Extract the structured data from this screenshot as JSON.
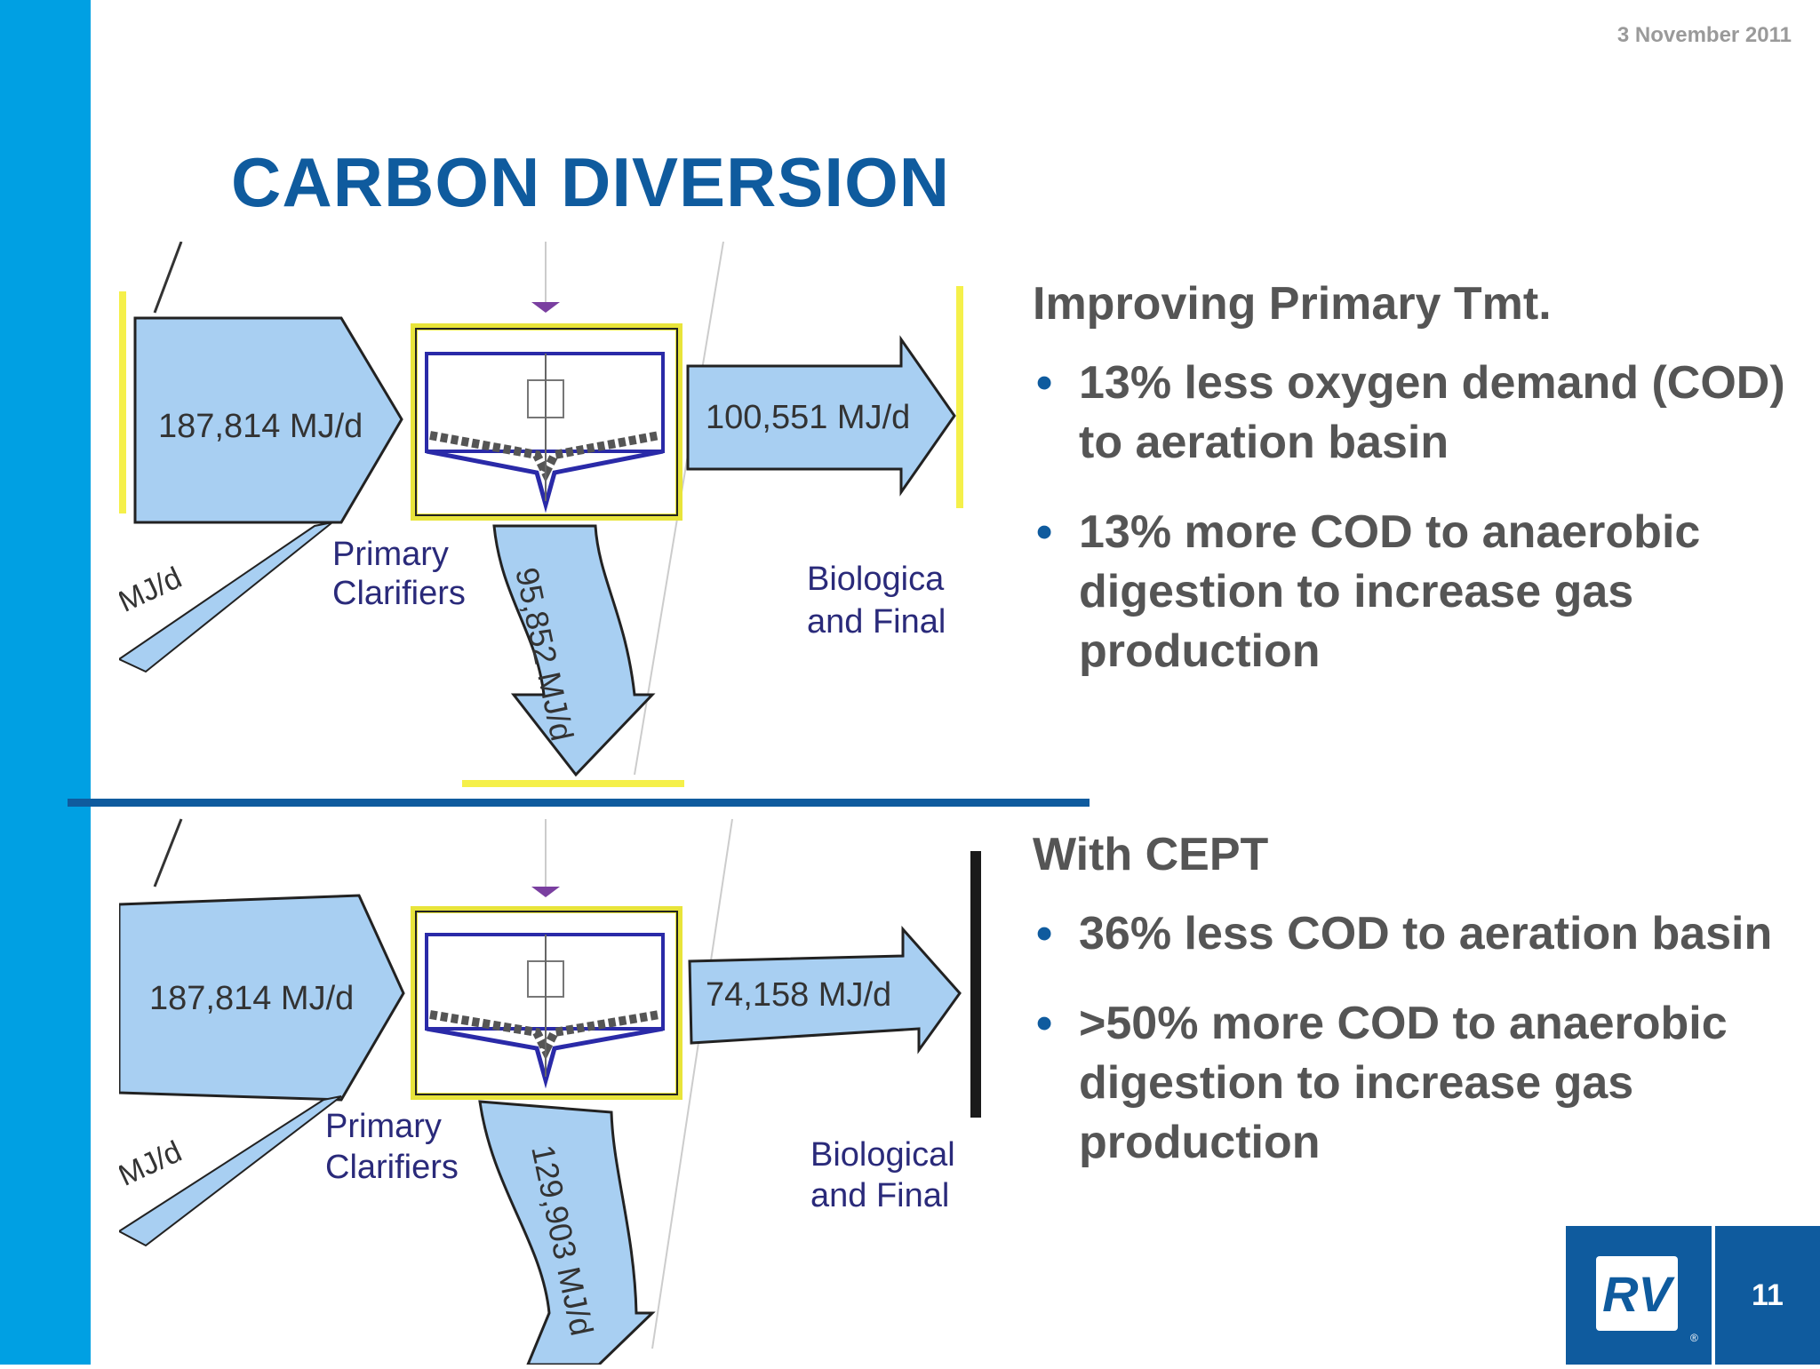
{
  "header": {
    "date": "3 November 2011",
    "title": "CARBON DIVERSION"
  },
  "diagram_top": {
    "influent": "187,814 MJ/d",
    "to_aeration": "100,551 MJ/d",
    "to_digestion": "95,852 MJ/d",
    "side_label": "MJ/d",
    "clarifier_label_1": "Primary",
    "clarifier_label_2": "Clarifiers",
    "bio_label_1": "Biologica",
    "bio_label_2": "and Final"
  },
  "diagram_bottom": {
    "influent": "187,814 MJ/d",
    "to_aeration": "74,158 MJ/d",
    "to_digestion": "129,903 MJ/d",
    "side_label": "MJ/d",
    "clarifier_label_1": "Primary",
    "clarifier_label_2": "Clarifiers",
    "bio_label_1": "Biological",
    "bio_label_2": "and Final"
  },
  "section_top": {
    "heading": "Improving Primary Tmt.",
    "bullets": [
      "13% less oxygen demand (COD) to aeration basin",
      "13% more COD to anaerobic digestion to increase gas production"
    ]
  },
  "section_bottom": {
    "heading": "With CEPT",
    "bullets": [
      "36% less COD to aeration basin",
      ">50% more COD to anaerobic digestion to increase gas production"
    ]
  },
  "footer": {
    "page_number": "11",
    "logo_text": "RV",
    "logo_mark": "®"
  },
  "colors": {
    "accent": "#0f5b9e",
    "sidebar": "#00a0e3",
    "arrow_fill": "#a8cff2",
    "text_gray": "#555555"
  }
}
